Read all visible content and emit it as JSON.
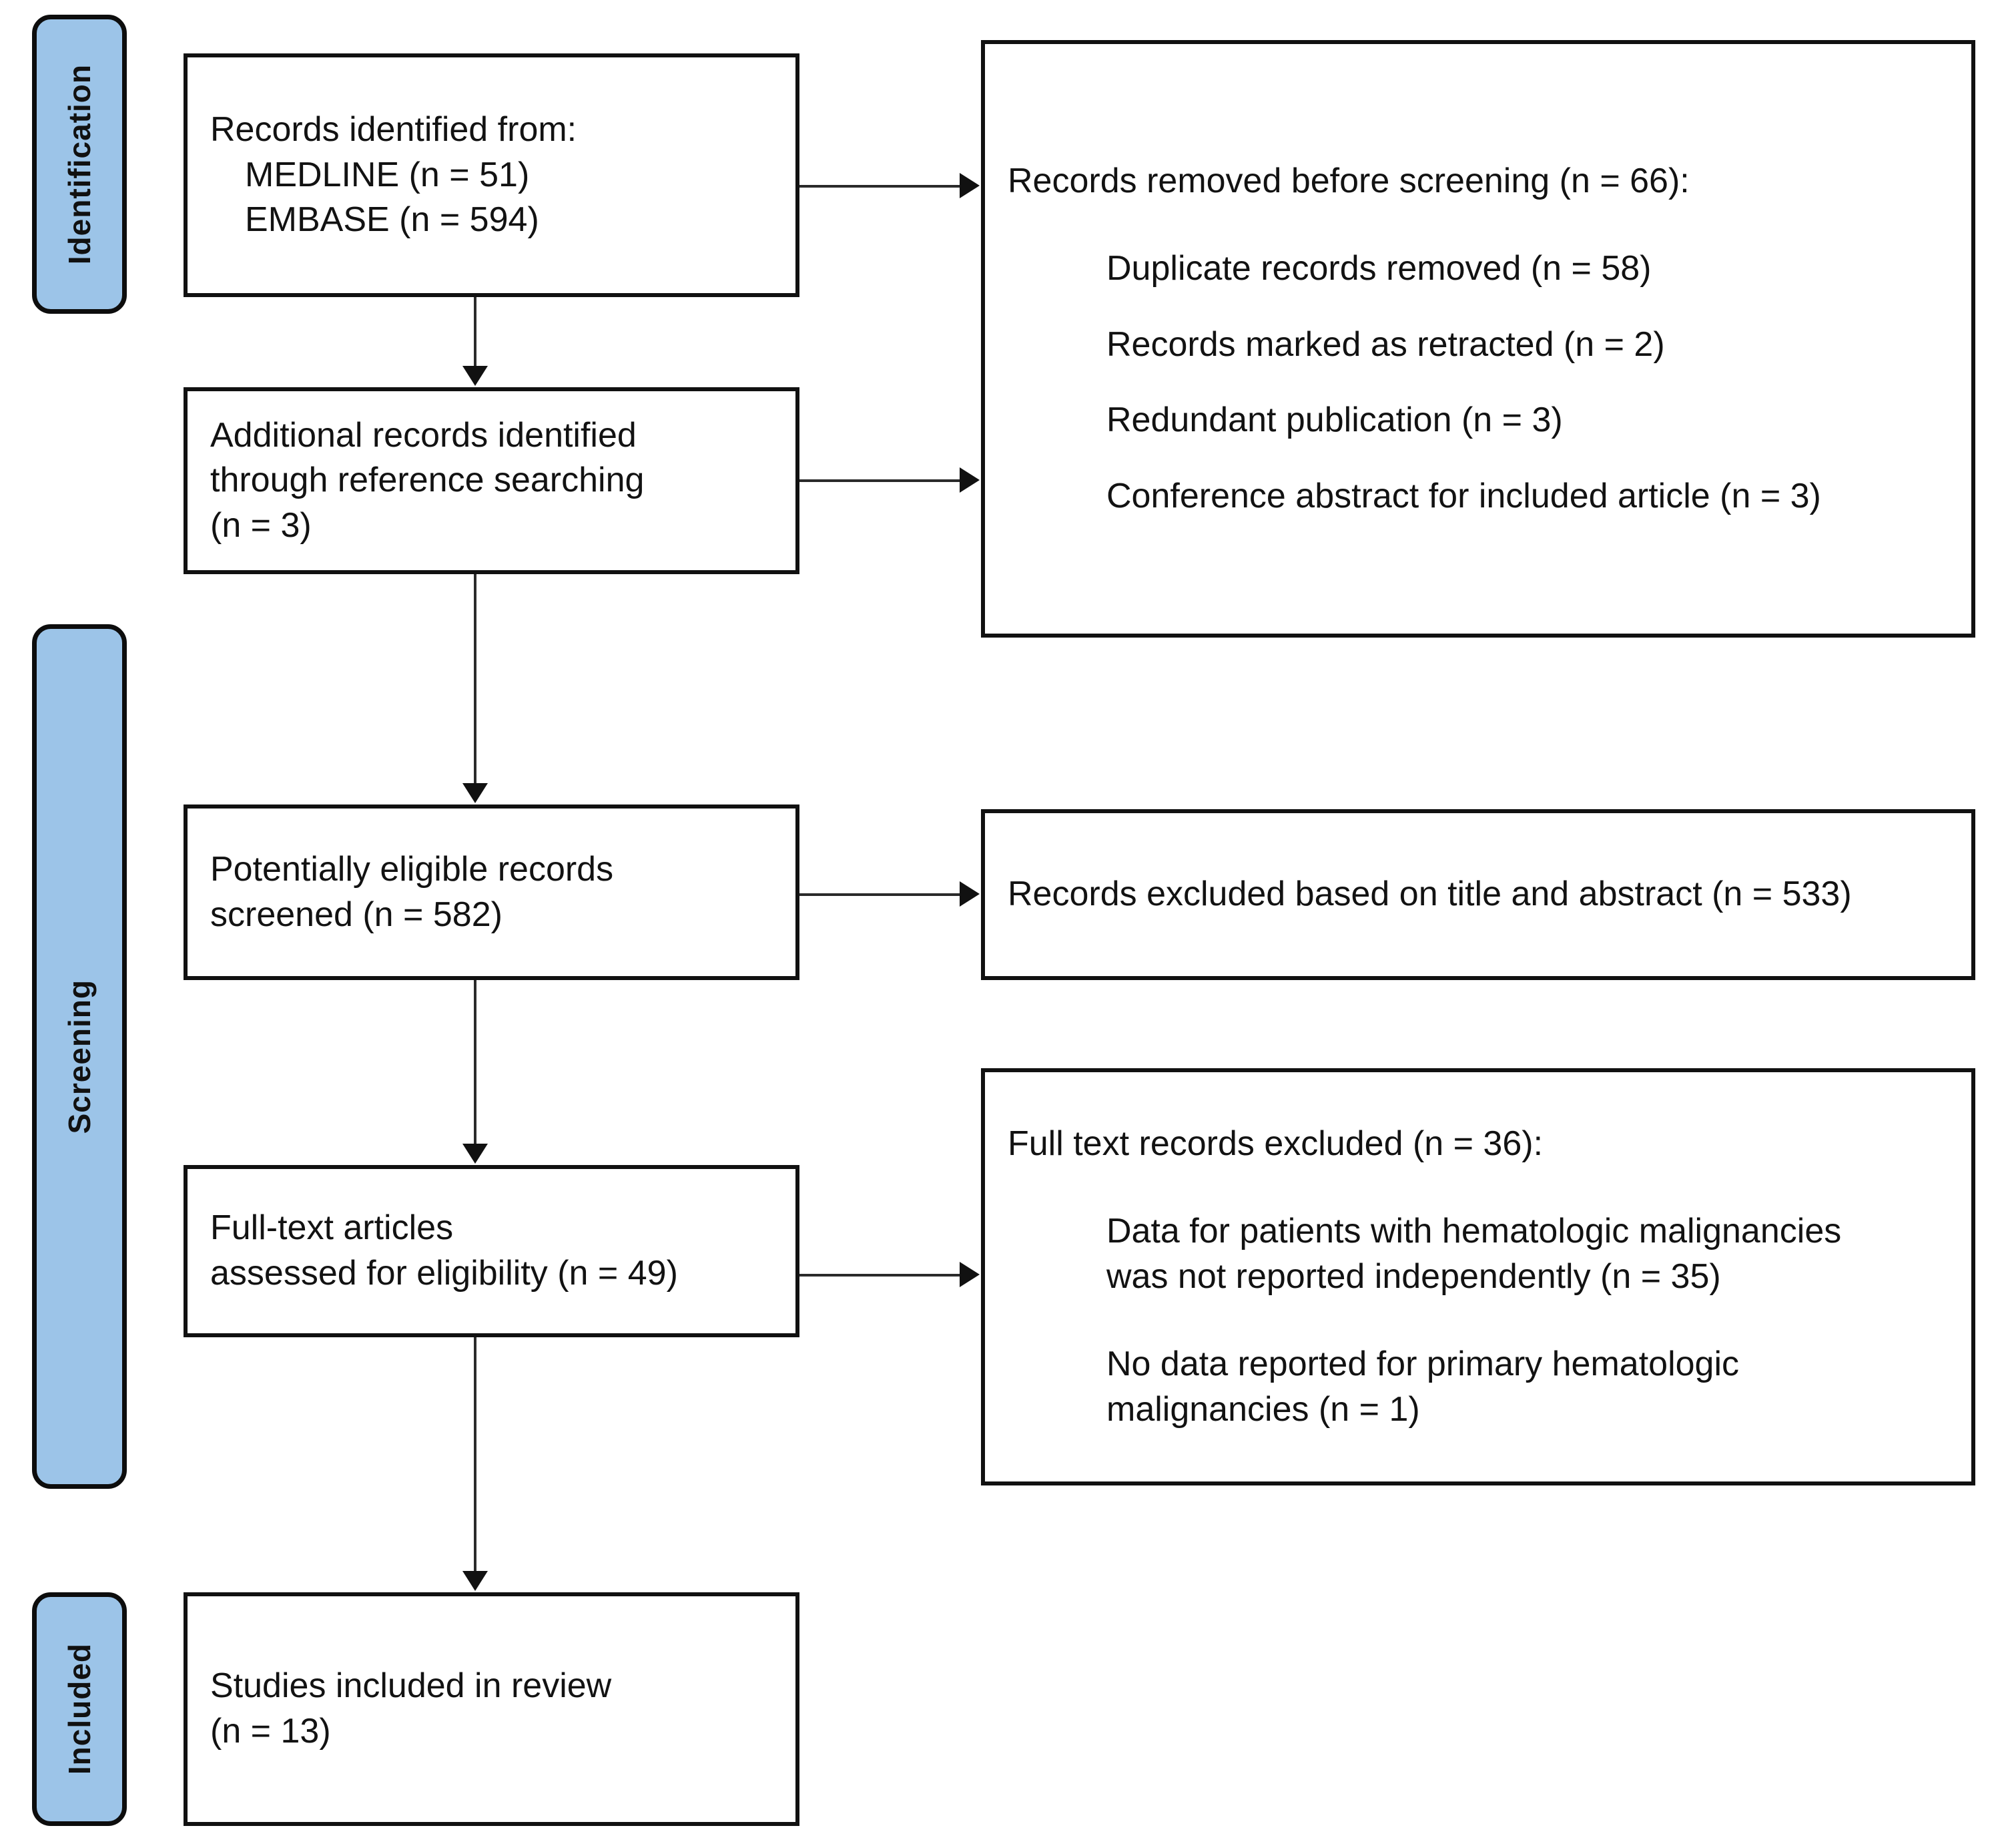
{
  "diagram": {
    "title": "PRISMA study selection flow diagram",
    "accent_color": "#9CC4E8",
    "line_color": "#111111",
    "stages": [
      {
        "key": "identification",
        "label": "Identification"
      },
      {
        "key": "screening",
        "label": "Screening"
      },
      {
        "key": "included",
        "label": "Included"
      }
    ],
    "boxes": {
      "records_identified": {
        "lines": [
          "Records identified from:",
          "MEDLINE (n = 51)",
          "EMBASE (n = 594)"
        ]
      },
      "additional_records": {
        "lines": [
          "Additional records identified",
          "through reference searching",
          "(n = 3)"
        ]
      },
      "records_removed": {
        "heading": "Records removed before screening (n = 66):",
        "items": [
          "Duplicate records removed (n = 58)",
          "Records marked as retracted (n = 2)",
          "Redundant publication (n = 3)",
          "Conference abstract for included article (n = 3)"
        ]
      },
      "potentially_eligible": {
        "lines": [
          "Potentially eligible records",
          "screened (n = 582)"
        ]
      },
      "records_excluded_title_abstract": {
        "lines": [
          "Records excluded based on title and abstract (n = 533)"
        ]
      },
      "full_text_assessed": {
        "lines": [
          "Full-text articles",
          "assessed for eligibility (n = 49)"
        ]
      },
      "full_text_excluded": {
        "heading": "Full text records excluded (n = 36):",
        "items": [
          "Data for patients with hematologic malignancies was not reported independently (n = 35)",
          "No data reported for primary hematologic malignancies (n = 1)"
        ]
      },
      "studies_included": {
        "lines": [
          "Studies included in review",
          "(n = 13)"
        ]
      }
    }
  }
}
